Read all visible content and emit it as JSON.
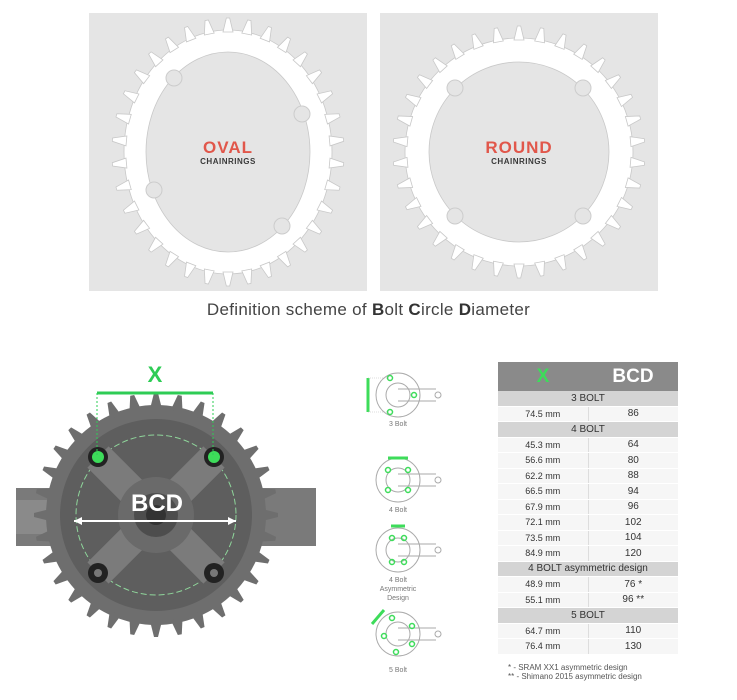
{
  "panels": [
    {
      "title": "OVAL",
      "subtitle": "CHAINRINGS"
    },
    {
      "title": "ROUND",
      "subtitle": "CHAINRINGS"
    }
  ],
  "caption": {
    "pre": "Definition scheme of ",
    "b": "B",
    "olt": "olt ",
    "c": "C",
    "ircle": "ircle ",
    "d": "D",
    "iameter": "iameter"
  },
  "crank_diagram": {
    "x_label": "X",
    "bcd_label": "BCD",
    "accent_color": "#2ecc55"
  },
  "bolt_icons": [
    {
      "label": "3 Bolt"
    },
    {
      "label": "4 Bolt"
    },
    {
      "label": "4 Bolt\nAsymmetric\nDesign"
    },
    {
      "label": "5 Bolt"
    }
  ],
  "table": {
    "headers": [
      "X",
      "BCD"
    ],
    "groups": [
      {
        "name": "3 BOLT",
        "rows": [
          [
            "74.5 mm",
            "86"
          ]
        ]
      },
      {
        "name": "4 BOLT",
        "rows": [
          [
            "45.3 mm",
            "64"
          ],
          [
            "56.6 mm",
            "80"
          ],
          [
            "62.2 mm",
            "88"
          ],
          [
            "66.5 mm",
            "94"
          ],
          [
            "67.9 mm",
            "96"
          ],
          [
            "72.1 mm",
            "102"
          ],
          [
            "73.5 mm",
            "104"
          ],
          [
            "84.9 mm",
            "120"
          ]
        ]
      },
      {
        "name": "4 BOLT asymmetric design",
        "rows": [
          [
            "48.9 mm",
            "76 *"
          ],
          [
            "55.1 mm",
            "96 **"
          ]
        ]
      },
      {
        "name": "5 BOLT",
        "rows": [
          [
            "64.7 mm",
            "110"
          ],
          [
            "76.4 mm",
            "130"
          ]
        ]
      }
    ]
  },
  "notes": [
    "*  - SRAM XX1 asymmetric design",
    "** - Shimano  2015 asymmetric design"
  ]
}
